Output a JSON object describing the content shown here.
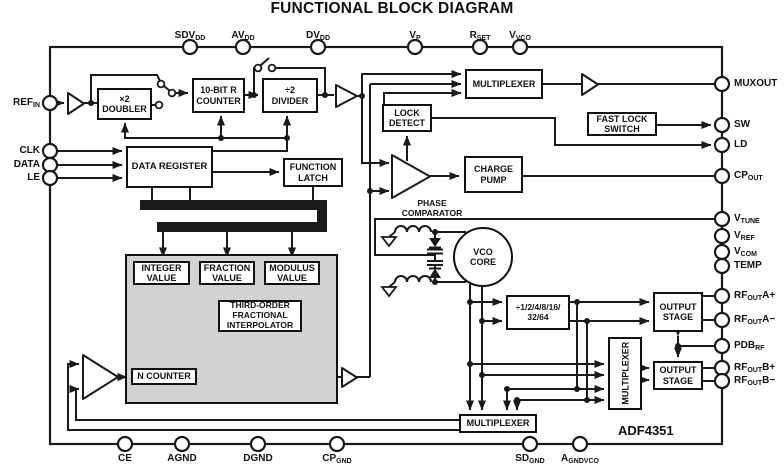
{
  "title": "FUNCTIONAL BLOCK DIAGRAM",
  "chip_name": "ADF4351",
  "colors": {
    "line": "#1a1a1a",
    "block_fill": "#ffffff",
    "gray_panel": "#d2d2d2",
    "background": "#ffffff"
  },
  "pins": {
    "top": [
      {
        "main": "SDV",
        "sub": "DD"
      },
      {
        "main": "AV",
        "sub": "DD"
      },
      {
        "main": "DV",
        "sub": "DD"
      },
      {
        "main": "V",
        "sub": "P"
      },
      {
        "main": "R",
        "sub": "SET"
      },
      {
        "main": "V",
        "sub": "VCO"
      }
    ],
    "left": [
      {
        "main": "REF",
        "sub": "IN"
      },
      {
        "main": "CLK"
      },
      {
        "main": "DATA"
      },
      {
        "main": "LE"
      }
    ],
    "right": [
      {
        "main": "MUXOUT"
      },
      {
        "main": "SW"
      },
      {
        "main": "LD"
      },
      {
        "main": "CP",
        "sub": "OUT"
      },
      {
        "main": "V",
        "sub": "TUNE"
      },
      {
        "main": "V",
        "sub": "REF"
      },
      {
        "main": "V",
        "sub": "COM"
      },
      {
        "main": "TEMP"
      },
      {
        "main": "RF",
        "sub": "OUT",
        "suffix": "A+"
      },
      {
        "main": "RF",
        "sub": "OUT",
        "suffix": "A−"
      },
      {
        "main": "PDB",
        "sub": "RF"
      },
      {
        "main": "RF",
        "sub": "OUT",
        "suffix": "B+"
      },
      {
        "main": "RF",
        "sub": "OUT",
        "suffix": "B−"
      }
    ],
    "bottom": [
      {
        "main": "CE"
      },
      {
        "main": "AGND"
      },
      {
        "main": "DGND"
      },
      {
        "main": "CP",
        "sub": "GND"
      },
      {
        "main": "SD",
        "sub": "GND"
      },
      {
        "main": "A",
        "sub": "GNDVCO"
      }
    ]
  },
  "blocks": {
    "doubler": "×2\nDOUBLER",
    "r_counter": "10-BIT R\nCOUNTER",
    "div2": "÷2\nDIVIDER",
    "data_register": "DATA REGISTER",
    "function_latch": "FUNCTION\nLATCH",
    "integer_value": "INTEGER\nVALUE",
    "fraction_value": "FRACTION\nVALUE",
    "modulus_value": "MODULUS\nVALUE",
    "interpolator": "THIRD-ORDER\nFRACTIONAL\nINTERPOLATOR",
    "n_counter": "N COUNTER",
    "multiplexer_top": "MULTIPLEXER",
    "lock_detect": "LOCK\nDETECT",
    "fast_lock_switch": "FAST LOCK\nSWITCH",
    "charge_pump": "CHARGE\nPUMP",
    "phase_comparator": "PHASE\nCOMPARATOR",
    "vco_core": "VCO\nCORE",
    "rf_divider": "÷1/2/4/8/16/\n32/64",
    "output_stage_a": "OUTPUT\nSTAGE",
    "output_stage_b": "OUTPUT\nSTAGE",
    "multiplexer_rf": "MULTIPLEXER",
    "multiplexer_fb": "MULTIPLEXER"
  }
}
